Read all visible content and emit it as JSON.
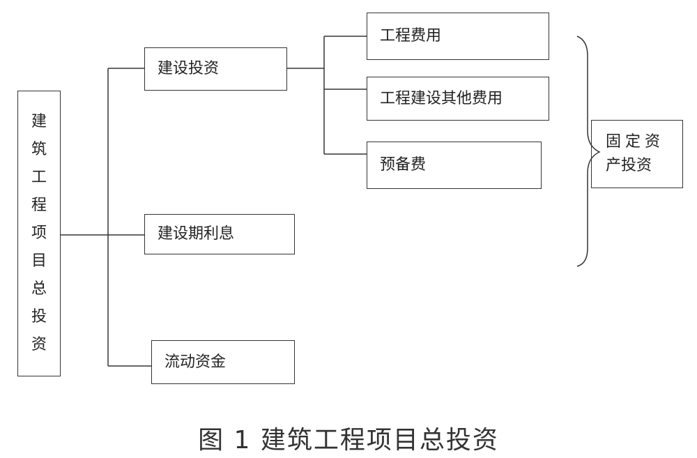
{
  "root": {
    "chars": [
      "建",
      "筑",
      "工",
      "程",
      "项",
      "目",
      "总",
      "投",
      "资"
    ]
  },
  "level1": {
    "construction_investment": "建设投资",
    "interest": "建设期利息",
    "working_capital": "流动资金"
  },
  "level2": {
    "engineering_cost": "工程费用",
    "other_cost": "工程建设其他费用",
    "reserve_cost": "预备费"
  },
  "fixed_asset": {
    "line1": "固定资",
    "line2": "产投资"
  },
  "caption": "图 1   建筑工程项目总投资"
}
